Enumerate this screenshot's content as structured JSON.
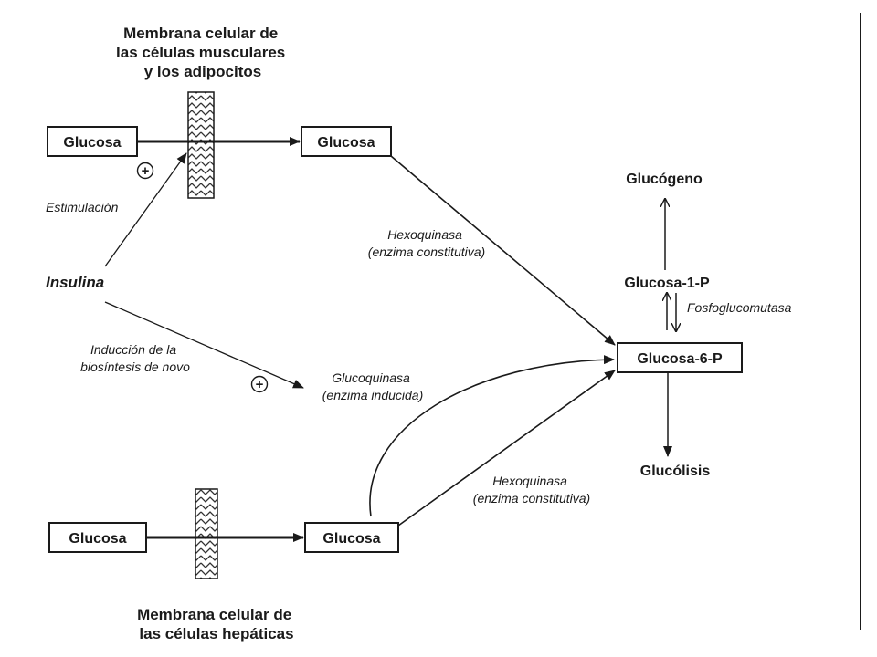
{
  "header": {
    "membrane_top": [
      "Membrana celular de",
      "las células musculares",
      "y los adipocitos"
    ],
    "membrane_bottom": [
      "Membrana celular de",
      "las células hepáticas"
    ]
  },
  "nodes": {
    "glucosa_top_left": "Glucosa",
    "glucosa_top_right": "Glucosa",
    "glucosa_bottom_left": "Glucosa",
    "glucosa_bottom_right": "Glucosa",
    "glucosa_6p": "Glucosa-6-P",
    "glucosa_1p": "Glucosa-1-P",
    "glucogeno": "Glucógeno",
    "glucolisis": "Glucólisis",
    "insulina": "Insulina"
  },
  "labels": {
    "estimulacion": "Estimulación",
    "hexo_top": [
      "Hexoquinasa",
      "(enzima constitutiva)"
    ],
    "hexo_bottom": [
      "Hexoquinasa",
      "(enzima constitutiva)"
    ],
    "induccion": [
      "Inducción de la",
      "biosíntesis de novo"
    ],
    "glucoquinasa": [
      "Glucoquinasa",
      "(enzima inducida)"
    ],
    "fosfoglucomutasa": "Fosfoglucomutasa",
    "plus_symbol": "+"
  }
}
